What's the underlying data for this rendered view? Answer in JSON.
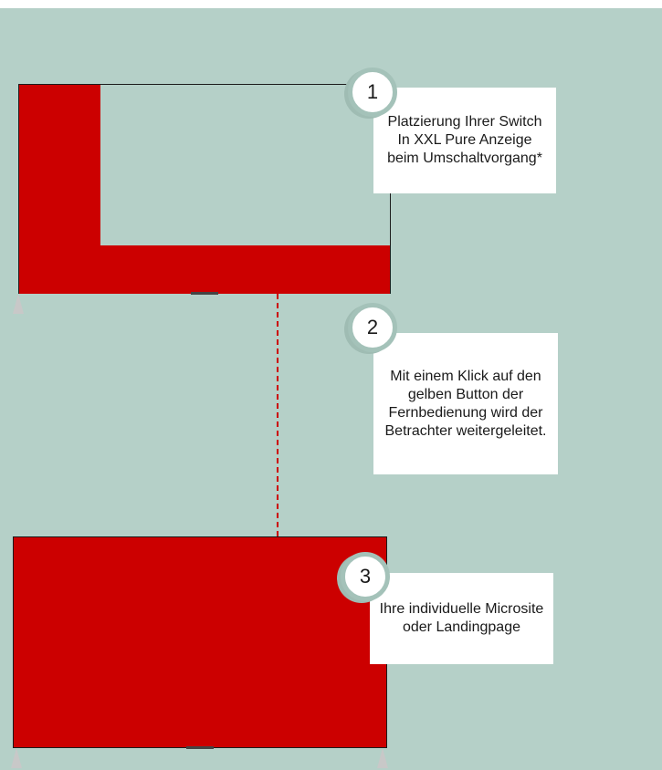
{
  "colors": {
    "background": "#b5d0c8",
    "screen_red": "#cc0000",
    "frame": "#1c1c1c",
    "callout_bg": "#ffffff",
    "connector": "#cc0000"
  },
  "steps": [
    {
      "number": "1",
      "text": "Platzierung Ihrer Switch In XXL Pure Anzeige beim Umschaltvorgang*"
    },
    {
      "number": "2",
      "text": "Mit einem Klick auf den gelben Button der Fernbedienung wird der Betrachter weitergeleitet."
    },
    {
      "number": "3",
      "text": "Ihre individuelle Microsite oder Landingpage"
    }
  ]
}
